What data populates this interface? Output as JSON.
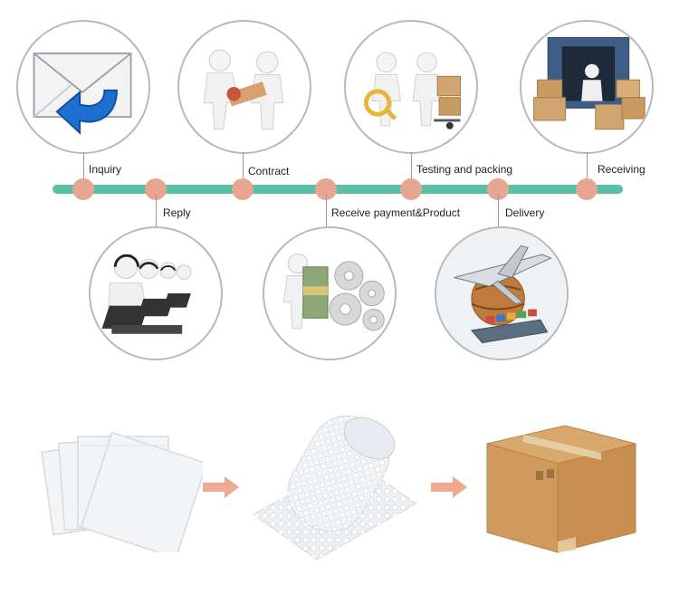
{
  "timeline": {
    "colors": {
      "bar": "#5bbfa6",
      "dot": "#e6a692",
      "arrow": "#eea98f"
    },
    "top_steps": [
      {
        "label": "Inquiry",
        "icon": "envelope-reply-icon"
      },
      {
        "label": "Contract",
        "icon": "handshake-stamp-icon"
      },
      {
        "label": "Testing and packing",
        "icon": "testing-packing-icon"
      },
      {
        "label": "Receiving",
        "icon": "container-boxes-icon"
      }
    ],
    "bottom_steps": [
      {
        "label": "Reply",
        "icon": "call-center-icon"
      },
      {
        "label": "Receive payment&Product",
        "icon": "money-gears-icon"
      },
      {
        "label": "Delivery",
        "icon": "plane-ship-globe-icon"
      }
    ]
  },
  "packaging": {
    "items": [
      {
        "icon": "plastic-bags-icon"
      },
      {
        "icon": "bubble-wrap-icon"
      },
      {
        "icon": "cardboard-box-icon"
      }
    ]
  }
}
